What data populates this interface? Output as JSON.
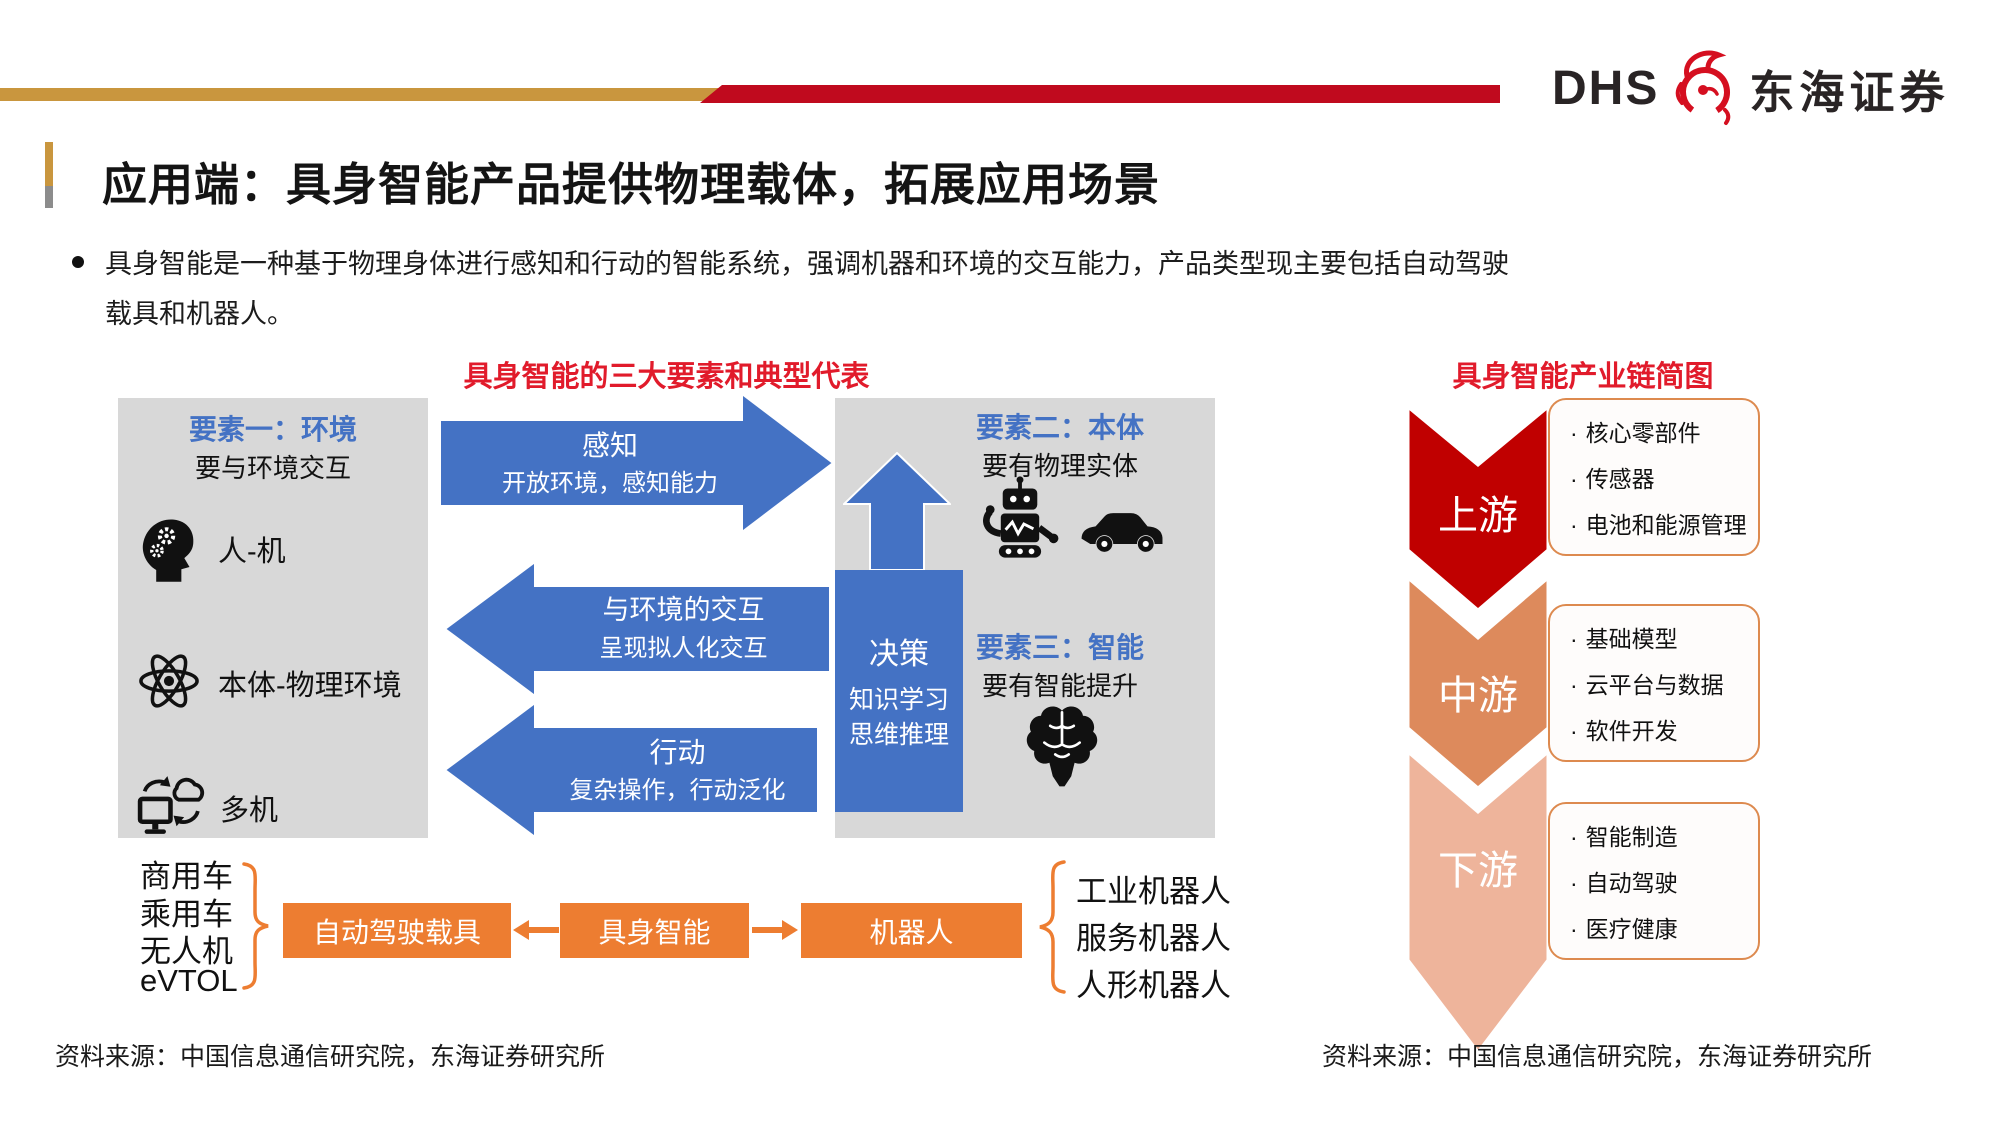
{
  "header": {
    "logo_text": "DHS",
    "brand_name": "东海证券",
    "colors": {
      "gold": "#C9963E",
      "red": "#C00A1E",
      "logo_dark": "#292425",
      "dragon_red": "#D50F20"
    }
  },
  "title": "应用端：具身智能产品提供物理载体，拓展应用场景",
  "bullet": {
    "line1": "具身智能是一种基于物理身体进行感知和行动的智能系统，强调机器和环境的交互能力，产品类型现主要包括自动驾驶",
    "line2": "载具和机器人。"
  },
  "left_diagram": {
    "title": "具身智能的三大要素和典型代表",
    "env_box": {
      "heading": "要素一：环境",
      "subheading": "要与环境交互",
      "items": [
        {
          "icon": "human-machine-icon",
          "label": "人-机"
        },
        {
          "icon": "atom-icon",
          "label": "本体-物理环境"
        },
        {
          "icon": "multi-machine-icon",
          "label": "多机"
        }
      ]
    },
    "arrows": [
      {
        "title": "感知",
        "subtitle": "开放环境，感知能力",
        "direction": "right"
      },
      {
        "title": "与环境的交互",
        "subtitle": "呈现拟人化交互",
        "direction": "left"
      },
      {
        "title": "行动",
        "subtitle": "复杂操作，行动泛化",
        "direction": "left"
      }
    ],
    "decision_box": {
      "title": "决策",
      "line1": "知识学习",
      "line2": "思维推理"
    },
    "entity_box": {
      "e2_heading": "要素二：本体",
      "e2_subheading": "要有物理实体",
      "e3_heading": "要素三：智能",
      "e3_subheading": "要有智能提升"
    },
    "flow": {
      "vehicles": [
        "商用车",
        "乘用车",
        "无人机",
        "eVTOL"
      ],
      "box1": "自动驾驶载具",
      "box2": "具身智能",
      "box3": "机器人",
      "robots": [
        "工业机器人",
        "服务机器人",
        "人形机器人"
      ]
    },
    "colors": {
      "blue": "#4472C4",
      "gray": "#D8D8D8",
      "orange": "#ED7D31",
      "title_red": "#E11B2B"
    }
  },
  "right_diagram": {
    "title": "具身智能产业链简图",
    "bullet_char": "·",
    "stages": [
      {
        "label": "上游",
        "color": "#C00000",
        "items": [
          "核心零部件",
          "传感器",
          "电池和能源管理"
        ]
      },
      {
        "label": "中游",
        "color": "#DD8A5C",
        "items": [
          "基础模型",
          "云平台与数据",
          "软件开发"
        ]
      },
      {
        "label": "下游",
        "color": "#EEB49B",
        "items": [
          "智能制造",
          "自动驾驶",
          "医疗健康"
        ]
      }
    ]
  },
  "sources": {
    "left": "资料来源：中国信息通信研究院，东海证券研究所",
    "right": "资料来源：中国信息通信研究院，东海证券研究所"
  }
}
